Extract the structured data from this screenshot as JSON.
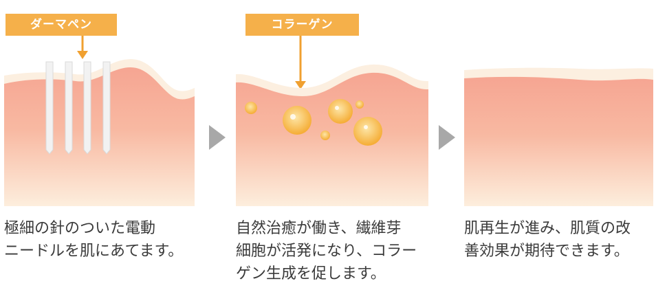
{
  "colors": {
    "label_bg": "#f5b04a",
    "arrow": "#f0a030",
    "skin_top": "#f6a894",
    "skin_bottom": "#fde9d6",
    "surface": "#fcefe0",
    "next_arrow": "#a8a8a8",
    "collagen": "#f7b840"
  },
  "panels": [
    {
      "label": "ダーマペン",
      "caption": "極細の針のついた電動\nニードルを肌にあてます。"
    },
    {
      "label": "コラーゲン",
      "caption": "自然治癒が働き、繊維芽\n細胞が活発になり、コラー\nゲン生成を促します。"
    },
    {
      "caption": "肌再生が進み、肌質の改\n善効果が期待できます。"
    }
  ]
}
